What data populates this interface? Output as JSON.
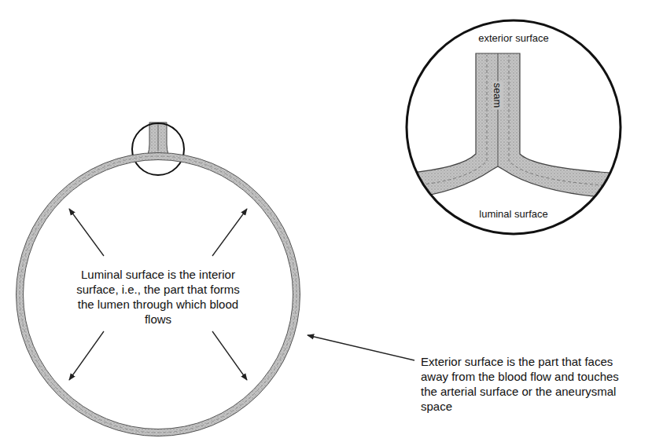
{
  "diagram": {
    "nodes": [
      {
        "text": [
          "Luminal surface is the interior surface, i.e., the part that forms the lumen through which blood flows"
        ]
      },
      {
        "text": [
          "exterior surface",
          "seam",
          "luminal surface"
        ]
      }
    ],
    "labels": [
      "Exterior surface is the part that faces away from the blood flow and touches the arterial surface or the aneurysmal space"
    ]
  }
}
